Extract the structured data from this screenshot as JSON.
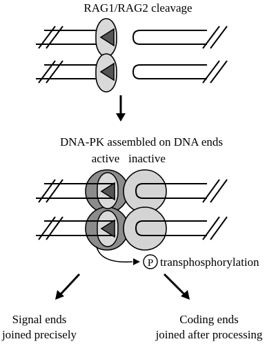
{
  "labels": {
    "top_title": "RAG1/RAG2 cleavage",
    "middle_title": "DNA-PK assembled on DNA ends",
    "active": "active",
    "inactive": "inactive",
    "phospho_symbol": "P",
    "transphosphorylation": "transphosphorylation",
    "left_outcome_line1": "Signal ends",
    "left_outcome_line2": "joined precisely",
    "right_outcome_line1": "Coding ends",
    "right_outcome_line2": "joined after processing"
  },
  "colors": {
    "rag_fill": "#d9d9d9",
    "dnapk_active_fill": "#8c8c8c",
    "dnapk_inactive_fill": "#d4d4d4",
    "triangle_fill": "#555555",
    "ink": "#000000"
  }
}
